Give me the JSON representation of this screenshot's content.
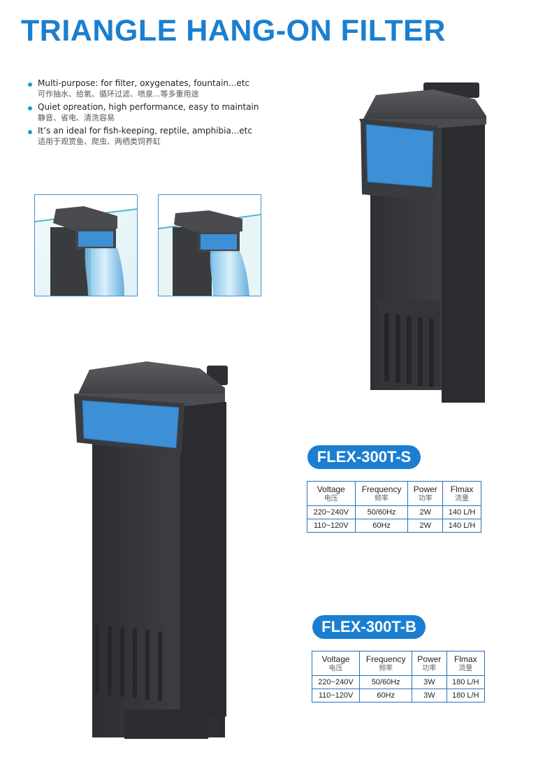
{
  "title": "TRIANGLE HANG-ON FILTER",
  "features": [
    {
      "en": "Multi-purpose: for filter, oxygenates, fountain...etc",
      "cn": "可作抽水、给氧、循环过滤、喷泉...等多重用途"
    },
    {
      "en": "Quiet opreation, high performance, easy to maintain",
      "cn": "静音、省电、清洗容易"
    },
    {
      "en": "It’s an ideal for fish-keeping, reptile, amphibia...etc",
      "cn": "适用于观赏鱼、爬虫、两栖类饲养缸"
    }
  ],
  "colors": {
    "accent": "#1a7fd0",
    "border": "#2a6fb8",
    "product": "#3a3b3e",
    "sponge": "#3d8fd6"
  },
  "models": [
    {
      "name": "FLEX-300T-S",
      "headers": [
        {
          "en": "Voltage",
          "cn": "电压"
        },
        {
          "en": "Frequency",
          "cn": "频率"
        },
        {
          "en": "Power",
          "cn": "功率"
        },
        {
          "en": "Flmax",
          "cn": "流量"
        }
      ],
      "rows": [
        [
          "220~240V",
          "50/60Hz",
          "2W",
          "140 L/H"
        ],
        [
          "110~120V",
          "60Hz",
          "2W",
          "140 L/H"
        ]
      ]
    },
    {
      "name": "FLEX-300T-B",
      "headers": [
        {
          "en": "Voltage",
          "cn": "电压"
        },
        {
          "en": "Frequency",
          "cn": "频率"
        },
        {
          "en": "Power",
          "cn": "功率"
        },
        {
          "en": "Flmax",
          "cn": "流量"
        }
      ],
      "rows": [
        [
          "220~240V",
          "50/60Hz",
          "3W",
          "180 L/H"
        ],
        [
          "110~120V",
          "60Hz",
          "3W",
          "180 L/H"
        ]
      ]
    }
  ]
}
